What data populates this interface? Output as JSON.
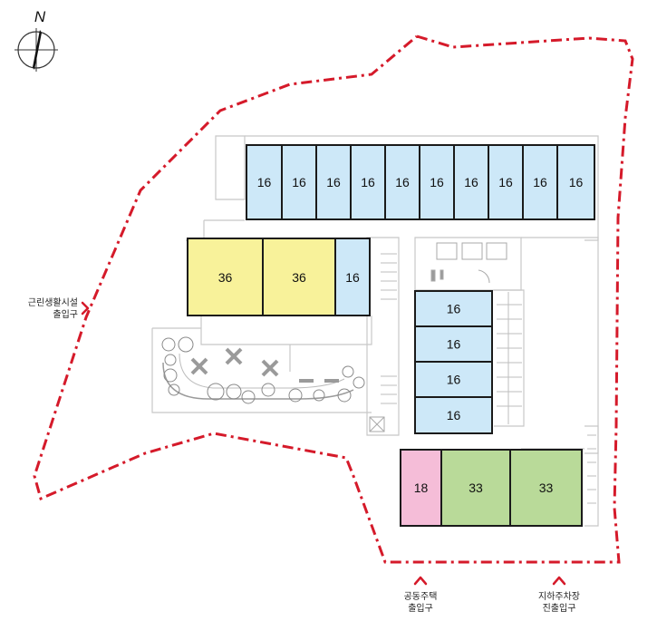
{
  "compass": {
    "label": "N"
  },
  "units": {
    "north_row": [
      "16",
      "16",
      "16",
      "16",
      "16",
      "16",
      "16",
      "16",
      "16",
      "16"
    ],
    "west_block": [
      "36",
      "36",
      "16"
    ],
    "center_stack": [
      "16",
      "16",
      "16",
      "16"
    ],
    "south_block": [
      "18",
      "33",
      "33"
    ]
  },
  "entrances": {
    "commercial": {
      "line1": "근린생활시설",
      "line2": "출입구"
    },
    "housing": {
      "line1": "공동주택",
      "line2": "출입구"
    },
    "parking": {
      "line1": "지하주차장",
      "line2": "진출입구"
    }
  },
  "colors": {
    "unit16": "#cde8f8",
    "unit36": "#f8f29a",
    "unit18": "#f5bdd8",
    "unit33": "#b9da99",
    "boundary": "#d51a2a",
    "wall": "#c8c8c8"
  }
}
